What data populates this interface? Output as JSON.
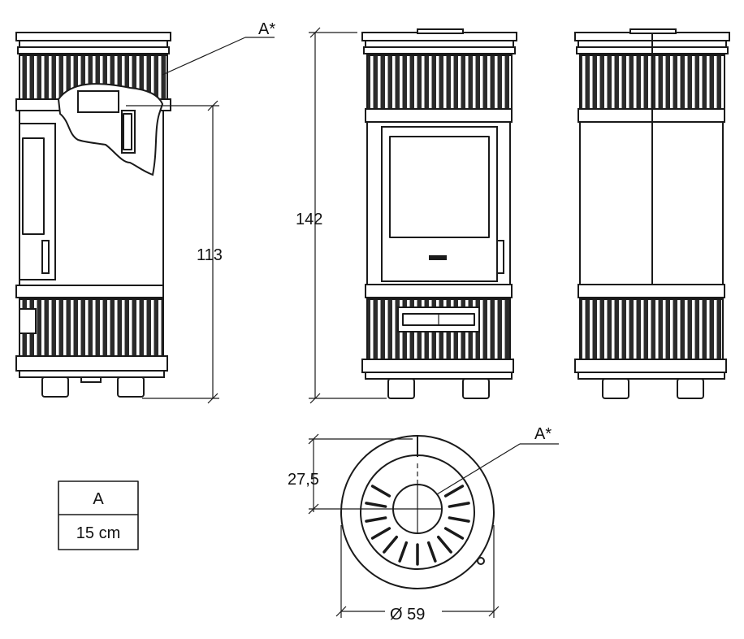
{
  "labels": {
    "side_flue": "A*",
    "top_flue": "A*",
    "height_total": "142",
    "height_flue": "113",
    "flue_offset": "27,5",
    "diameter": "Ø 59"
  },
  "table": {
    "header": "A",
    "value": "15 cm"
  }
}
